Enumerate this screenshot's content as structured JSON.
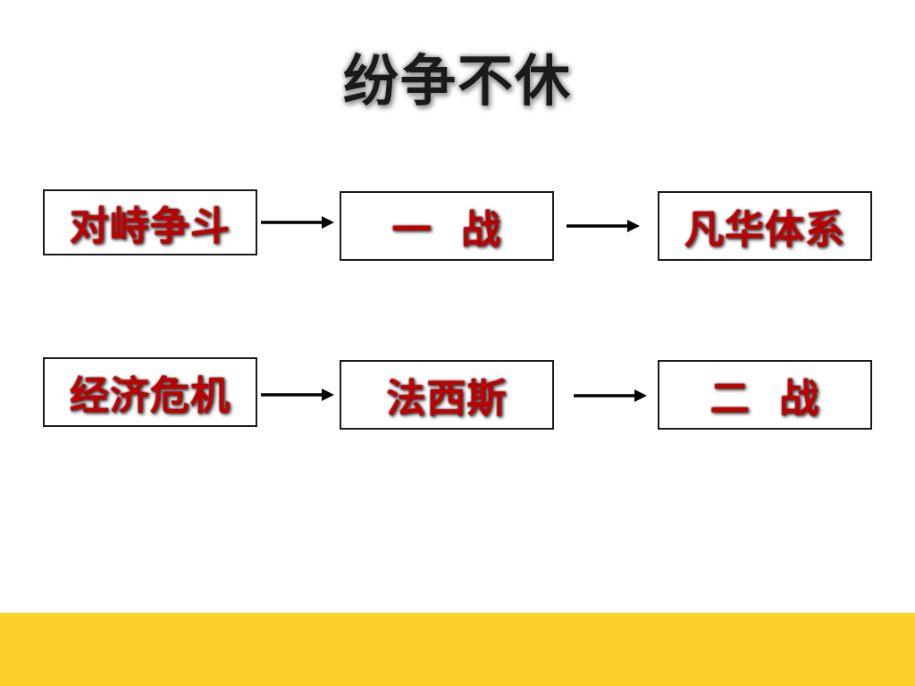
{
  "slide": {
    "title": "纷争不休"
  },
  "nodes": {
    "row1": {
      "a": "对峙争斗",
      "b": "一  战",
      "c": "凡华体系"
    },
    "row2": {
      "a": "经济危机",
      "b": "法西斯",
      "c": "二  战"
    }
  },
  "colors": {
    "node_text": "#c00000",
    "border": "#1a1a1a",
    "footer_band": "#fcd22a"
  }
}
